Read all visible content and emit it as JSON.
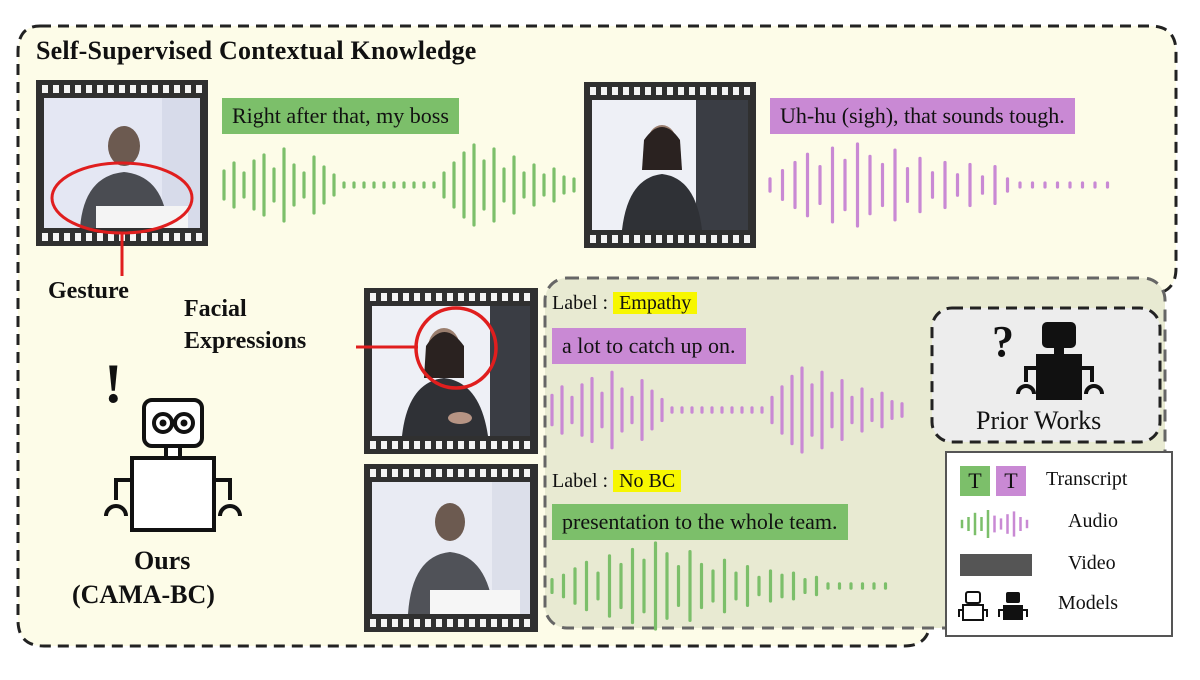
{
  "title": "Self-Supervised Contextual Knowledge",
  "transcripts": {
    "speaker_top": "Right after that, my boss",
    "listener_top": "Uh-hu (sigh), that sounds tough.",
    "listener_mid": "a lot to catch up on.",
    "speaker_bottom": "presentation to the whole team."
  },
  "labels": {
    "prefix_top": "Label :",
    "value_top": "Empathy",
    "prefix_bottom": "Label :",
    "value_bottom": "No BC"
  },
  "annotations": {
    "gesture": "Gesture",
    "facial_1": "Facial",
    "facial_2": "Expressions"
  },
  "ours": {
    "exclaim": "!",
    "name_1": "Ours",
    "name_2": "(CAMA-BC)"
  },
  "prior": {
    "question": "?",
    "name": "Prior Works"
  },
  "legend": {
    "t_glyph": "T",
    "transcript": "Transcript",
    "audio": "Audio",
    "video": "Video",
    "models": "Models"
  },
  "colors": {
    "speaker": "#7cbf6a",
    "listener": "#c989d4",
    "highlight": "#f7f700",
    "context_bg": "#fdfce8",
    "sample_bg": "#e8ead2"
  }
}
